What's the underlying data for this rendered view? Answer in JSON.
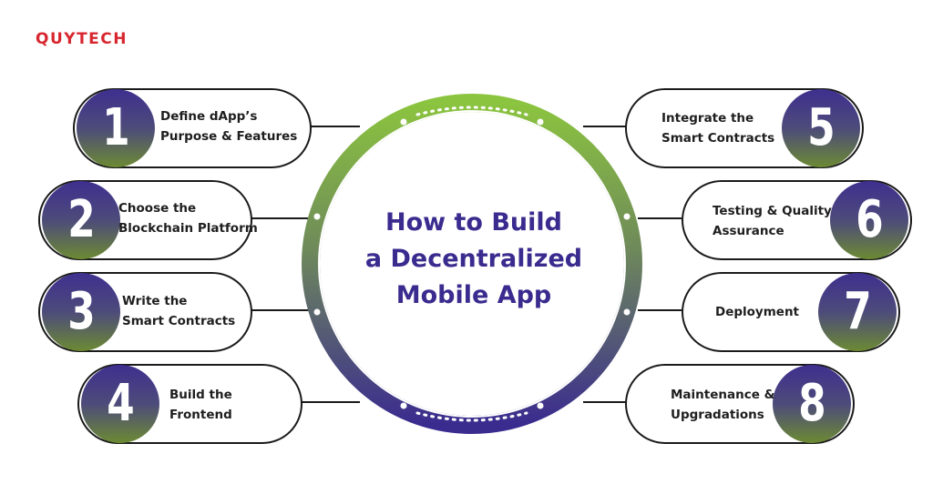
{
  "brand": {
    "logo_text": "QUYTECH",
    "logo_color": "#d8262f"
  },
  "title": {
    "lines": [
      "How to Build",
      "a Decentralized",
      "Mobile App"
    ],
    "color": "#3a2b8f"
  },
  "colors": {
    "purple": "#3e2f8f",
    "green": "#6c8a33",
    "ring_top": "#8bc43f",
    "ring_bottom": "#3a2b8f"
  },
  "steps": [
    {
      "number": "1",
      "lines": [
        "Define dApp’s",
        "Purpose & Features"
      ]
    },
    {
      "number": "2",
      "lines": [
        "Choose the",
        "Blockchain Platform"
      ]
    },
    {
      "number": "3",
      "lines": [
        "Write the",
        "Smart Contracts"
      ]
    },
    {
      "number": "4",
      "lines": [
        "Build the",
        "Frontend"
      ]
    },
    {
      "number": "5",
      "lines": [
        "Integrate the",
        "Smart Contracts"
      ]
    },
    {
      "number": "6",
      "lines": [
        "Testing & Quality",
        "Assurance"
      ]
    },
    {
      "number": "7",
      "lines": [
        "Deployment"
      ]
    },
    {
      "number": "8",
      "lines": [
        "Maintenance &",
        "Upgradations"
      ]
    }
  ]
}
